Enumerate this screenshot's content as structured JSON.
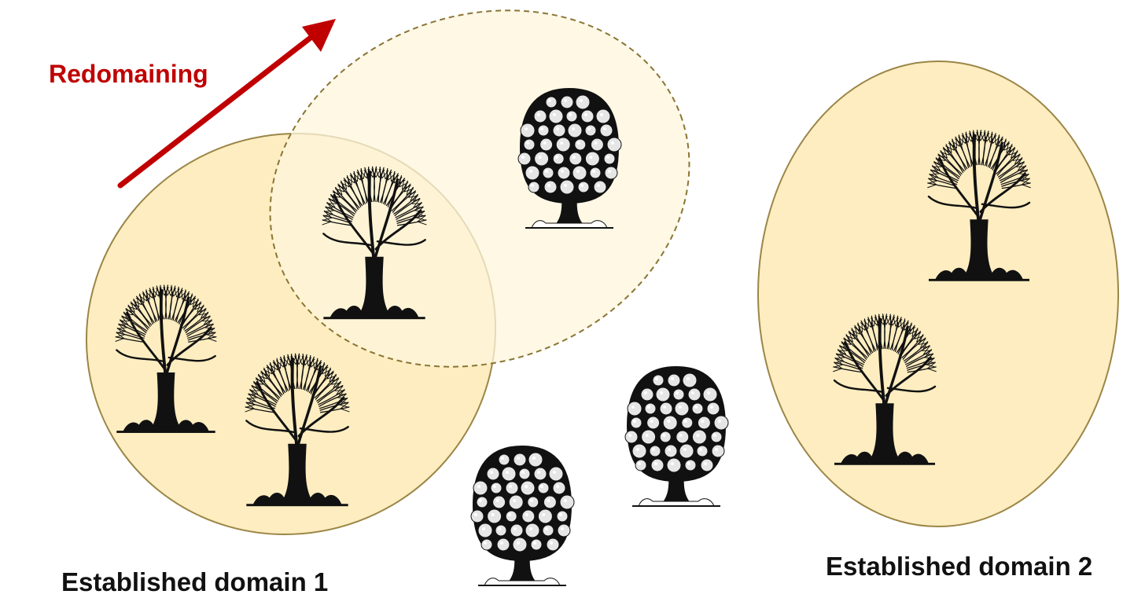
{
  "labels": {
    "redomaining": "Redomaining",
    "domain1": "Established domain 1",
    "domain2": "Established domain 2"
  },
  "colors": {
    "domain_fill": "#fdedc0",
    "domain_fill_light": "#fef5dc",
    "domain_stroke": "#9b8647",
    "dashed_stroke": "#8a7535",
    "arrow": "#c00000",
    "ink": "#111111",
    "fruit": "#e6e6e6"
  },
  "trees": [
    {
      "name": "bare-tree-domain1-left",
      "kind": "bare"
    },
    {
      "name": "bare-tree-domain1-right",
      "kind": "bare"
    },
    {
      "name": "bare-tree-overlap",
      "kind": "bare"
    },
    {
      "name": "fruit-tree-top",
      "kind": "fruit"
    },
    {
      "name": "fruit-tree-middle",
      "kind": "fruit"
    },
    {
      "name": "fruit-tree-bottom",
      "kind": "fruit"
    },
    {
      "name": "bare-tree-domain2-top",
      "kind": "bare"
    },
    {
      "name": "bare-tree-domain2-bottom",
      "kind": "bare"
    }
  ]
}
